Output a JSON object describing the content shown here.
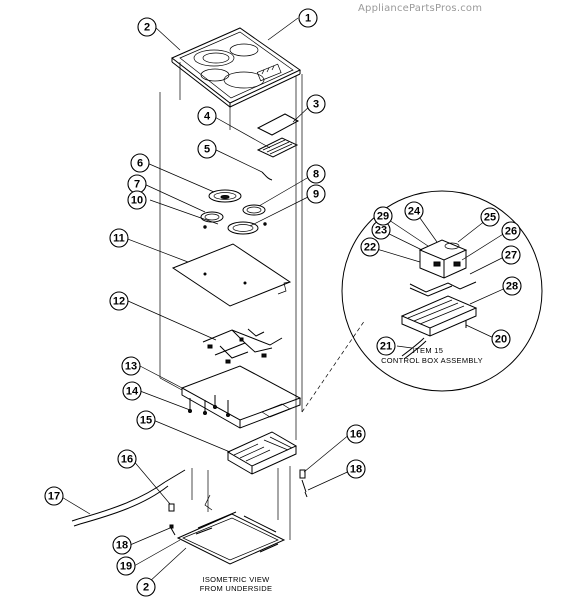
{
  "watermark": "AppliancePartsPros.com",
  "callouts": [
    {
      "id": "1",
      "label": "1"
    },
    {
      "id": "2",
      "label": "2"
    },
    {
      "id": "3",
      "label": "3"
    },
    {
      "id": "4",
      "label": "4"
    },
    {
      "id": "5",
      "label": "5"
    },
    {
      "id": "6",
      "label": "6"
    },
    {
      "id": "7",
      "label": "7"
    },
    {
      "id": "8",
      "label": "8"
    },
    {
      "id": "9",
      "label": "9"
    },
    {
      "id": "10",
      "label": "10"
    },
    {
      "id": "11",
      "label": "11"
    },
    {
      "id": "12",
      "label": "12"
    },
    {
      "id": "13",
      "label": "13"
    },
    {
      "id": "14",
      "label": "14"
    },
    {
      "id": "15",
      "label": "15"
    },
    {
      "id": "16a",
      "label": "16"
    },
    {
      "id": "16b",
      "label": "16"
    },
    {
      "id": "17",
      "label": "17"
    },
    {
      "id": "18a",
      "label": "18"
    },
    {
      "id": "18b",
      "label": "18"
    },
    {
      "id": "19",
      "label": "19"
    },
    {
      "id": "2b",
      "label": "2"
    },
    {
      "id": "20",
      "label": "20"
    },
    {
      "id": "21",
      "label": "21"
    },
    {
      "id": "22",
      "label": "22"
    },
    {
      "id": "23",
      "label": "23"
    },
    {
      "id": "24",
      "label": "24"
    },
    {
      "id": "25",
      "label": "25"
    },
    {
      "id": "26",
      "label": "26"
    },
    {
      "id": "27",
      "label": "27"
    },
    {
      "id": "28",
      "label": "28"
    },
    {
      "id": "29",
      "label": "29"
    }
  ],
  "detail_caption": {
    "line1": "ITEM 15",
    "line2": "CONTROL BOX ASSEMBLY"
  },
  "view_caption": {
    "line1": "ISOMETRIC VIEW",
    "line2": "FROM UNDERSIDE"
  }
}
